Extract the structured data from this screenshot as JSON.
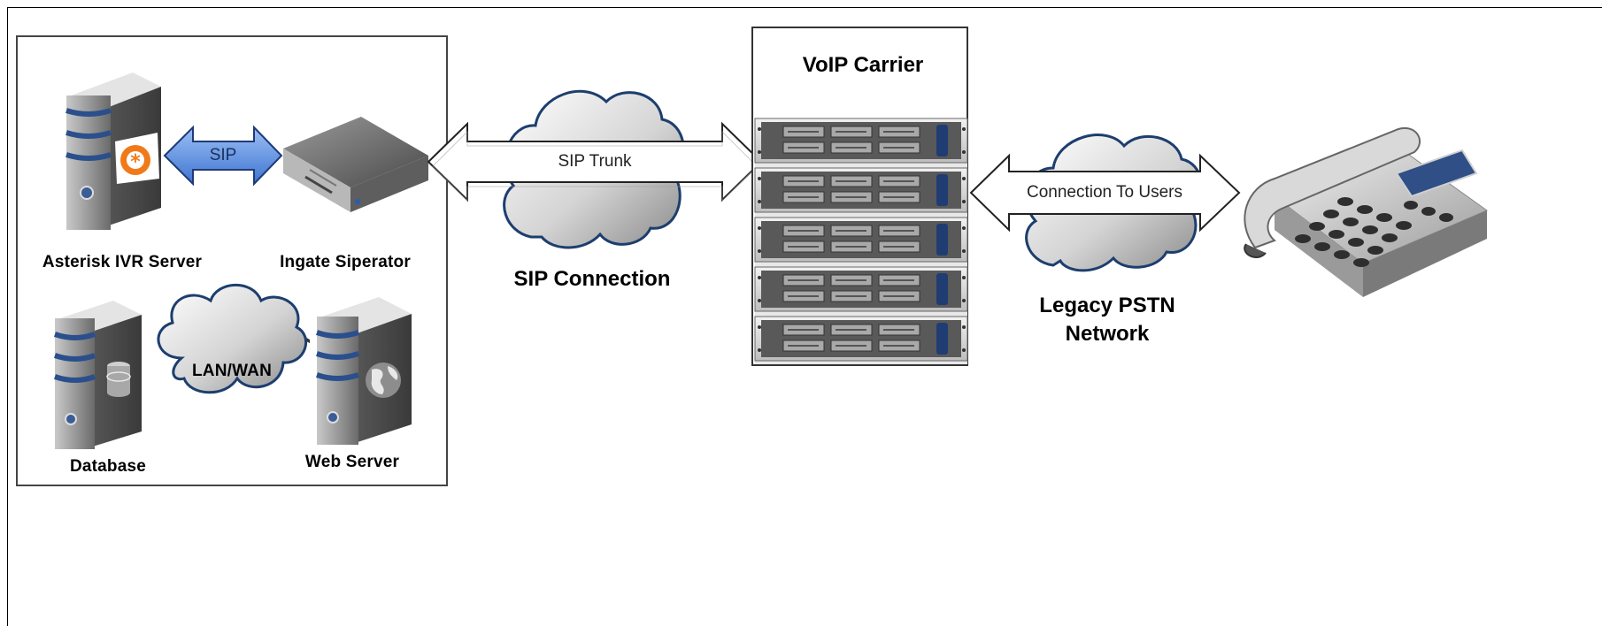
{
  "lan_group": {
    "asterisk_label": "Asterisk IVR Server",
    "ingate_label": "Ingate Siperator",
    "sip_arrow_label": "SIP",
    "lan_cloud_label": "LAN/WAN",
    "database_label": "Database",
    "web_server_label": "Web Server"
  },
  "sip_trunk": {
    "arrow_label": "SIP Trunk",
    "cloud_label": "SIP Connection"
  },
  "carrier": {
    "title": "VoIP Carrier"
  },
  "pstn": {
    "arrow_label": "Connection To Users",
    "cloud_label_line1": "Legacy PSTN",
    "cloud_label_line2": "Network"
  },
  "colors": {
    "sip_arrow": "#5b8fe0",
    "server_stripe": "#2a4f8c",
    "asterisk_orange": "#f07a1a",
    "cloud_outline": "#1d3e6e"
  }
}
